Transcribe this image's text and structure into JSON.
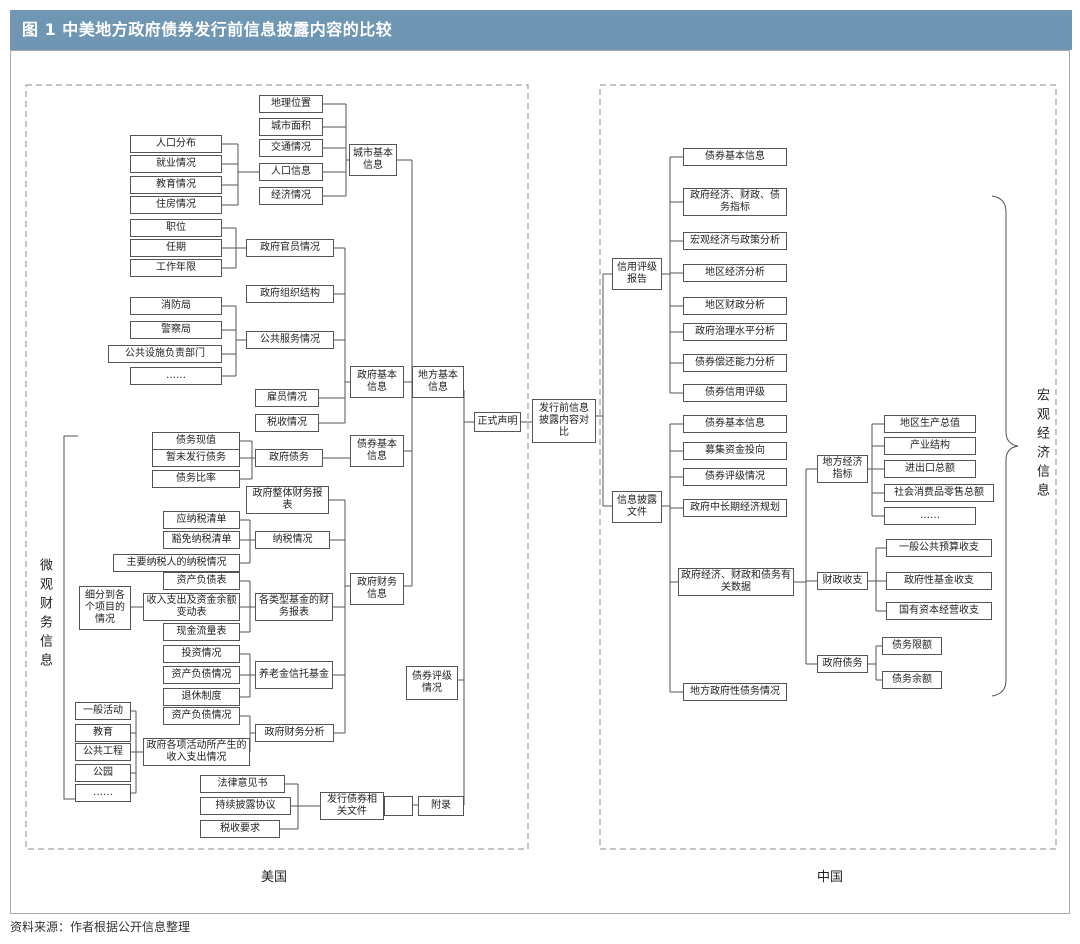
{
  "figure": {
    "title": "图 1    中美地方政府债券发行前信息披露内容的比较",
    "source": "资料来源：作者根据公开信息整理",
    "colors": {
      "header": "#6f97b3",
      "line": "#555555",
      "dashed": "#888888"
    }
  },
  "center": {
    "root": "发行前信息披露内容对比",
    "us_label": "美国",
    "cn_label": "中国"
  },
  "us": {
    "official_statement": "正式声明",
    "appendix": "附录",
    "local_basic": "地方基本信息",
    "bond_rating": "债券评级情况",
    "city_basic": "城市基本信息",
    "gov_basic": "政府基本信息",
    "bond_basic": "债券基本信息",
    "gov_financial": "政府财务信息",
    "micro_financial_label": "微观财务信息",
    "geo": "地理位置",
    "area": "城市面积",
    "traffic": "交通情况",
    "population": "人口信息",
    "economy": "经济情况",
    "pop_dist": "人口分布",
    "employment": "就业情况",
    "education": "教育情况",
    "housing": "住房情况",
    "officials": "政府官员情况",
    "position": "职位",
    "term": "任期",
    "work_years": "工作年限",
    "org_structure": "政府组织结构",
    "public_services": "公共服务情况",
    "fire_dept": "消防局",
    "police": "警察局",
    "utilities": "公共设施负责部门",
    "ellipsis1": "……",
    "employees": "雇员情况",
    "tax": "税收情况",
    "gov_debt": "政府债务",
    "debt_now": "债务现值",
    "debt_unissued": "暂未发行债务",
    "debt_ratio": "债务比率",
    "overall_fin": "政府整体财务报表",
    "tax_status": "纳税情况",
    "taxable_list": "应纳税清单",
    "exempt_list": "豁免纳税清单",
    "major_tax": "主要纳税人的纳税情况",
    "fund_reports": "各类型基金的财务报表",
    "detail_items": "细分到各个项目的情况",
    "balance_sheet1": "资产负债表",
    "income_changes": "收入支出及资金余额变动表",
    "cash_flow": "现金流量表",
    "pension": "养老金信托基金",
    "investment": "投资情况",
    "balance_sheet2": "资产负债情况",
    "retirement": "退休制度",
    "fin_analysis": "政府财务分析",
    "balance_sheet3": "资产负债情况",
    "activity_income": "政府各项活动所产生的收入支出情况",
    "general_activity": "一般活动",
    "edu": "教育",
    "public_works": "公共工程",
    "park": "公园",
    "ellipsis2": "……",
    "issuance_docs": "发行债券相关文件",
    "legal_opinion": "法律意见书",
    "disclosure_agreement": "持续披露协议",
    "tax_requirements": "税收要求"
  },
  "cn": {
    "credit_report": "信用评级报告",
    "disclosure_doc": "信息披露文件",
    "macro_label": "宏观经济信息",
    "r1": "债券基本信息",
    "r2": "政府经济、财政、债务指标",
    "r3": "宏观经济与政策分析",
    "r4": "地区经济分析",
    "r5": "地区财政分析",
    "r6": "政府治理水平分析",
    "r7": "债券偿还能力分析",
    "r8": "债券信用评级",
    "d1": "债券基本信息",
    "d2": "募集资金投向",
    "d3": "债券评级情况",
    "d4": "政府中长期经济规划",
    "d5": "政府经济、财政和债务有关数据",
    "d6": "地方政府性债务情况",
    "econ_ind": "地方经济指标",
    "fiscal": "财政收支",
    "gov_debt": "政府债务",
    "gdp": "地区生产总值",
    "industry": "产业结构",
    "trade": "进出口总额",
    "retail": "社会消费品零售总额",
    "ellipsis": "……",
    "general_budget": "一般公共预算收支",
    "fund_budget": "政府性基金收支",
    "soe_budget": "国有资本经营收支",
    "debt_limit": "债务限额",
    "debt_balance": "债务余额"
  }
}
